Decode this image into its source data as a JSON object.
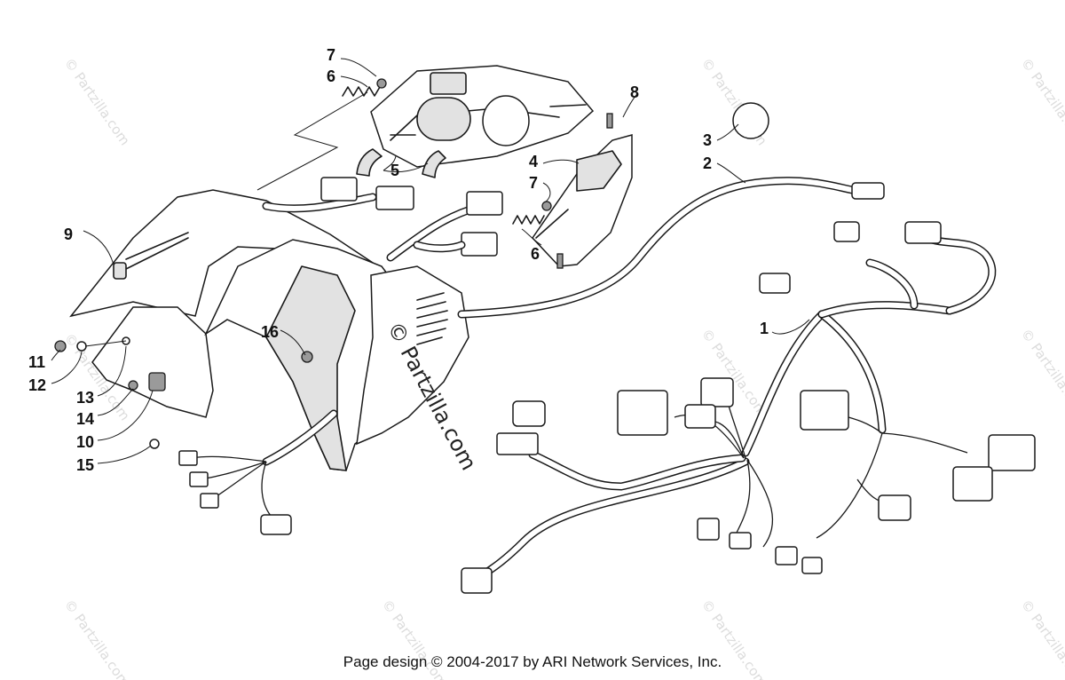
{
  "watermark": {
    "small_text": "© Partzilla.com",
    "large_text": "© Partzilla.com"
  },
  "callouts": [
    "1",
    "2",
    "3",
    "4",
    "5",
    "6",
    "7",
    "8",
    "9",
    "10",
    "11",
    "12",
    "13",
    "14",
    "15",
    "16"
  ],
  "footer": "Page design © 2004-2017 by ARI Network Services, Inc."
}
